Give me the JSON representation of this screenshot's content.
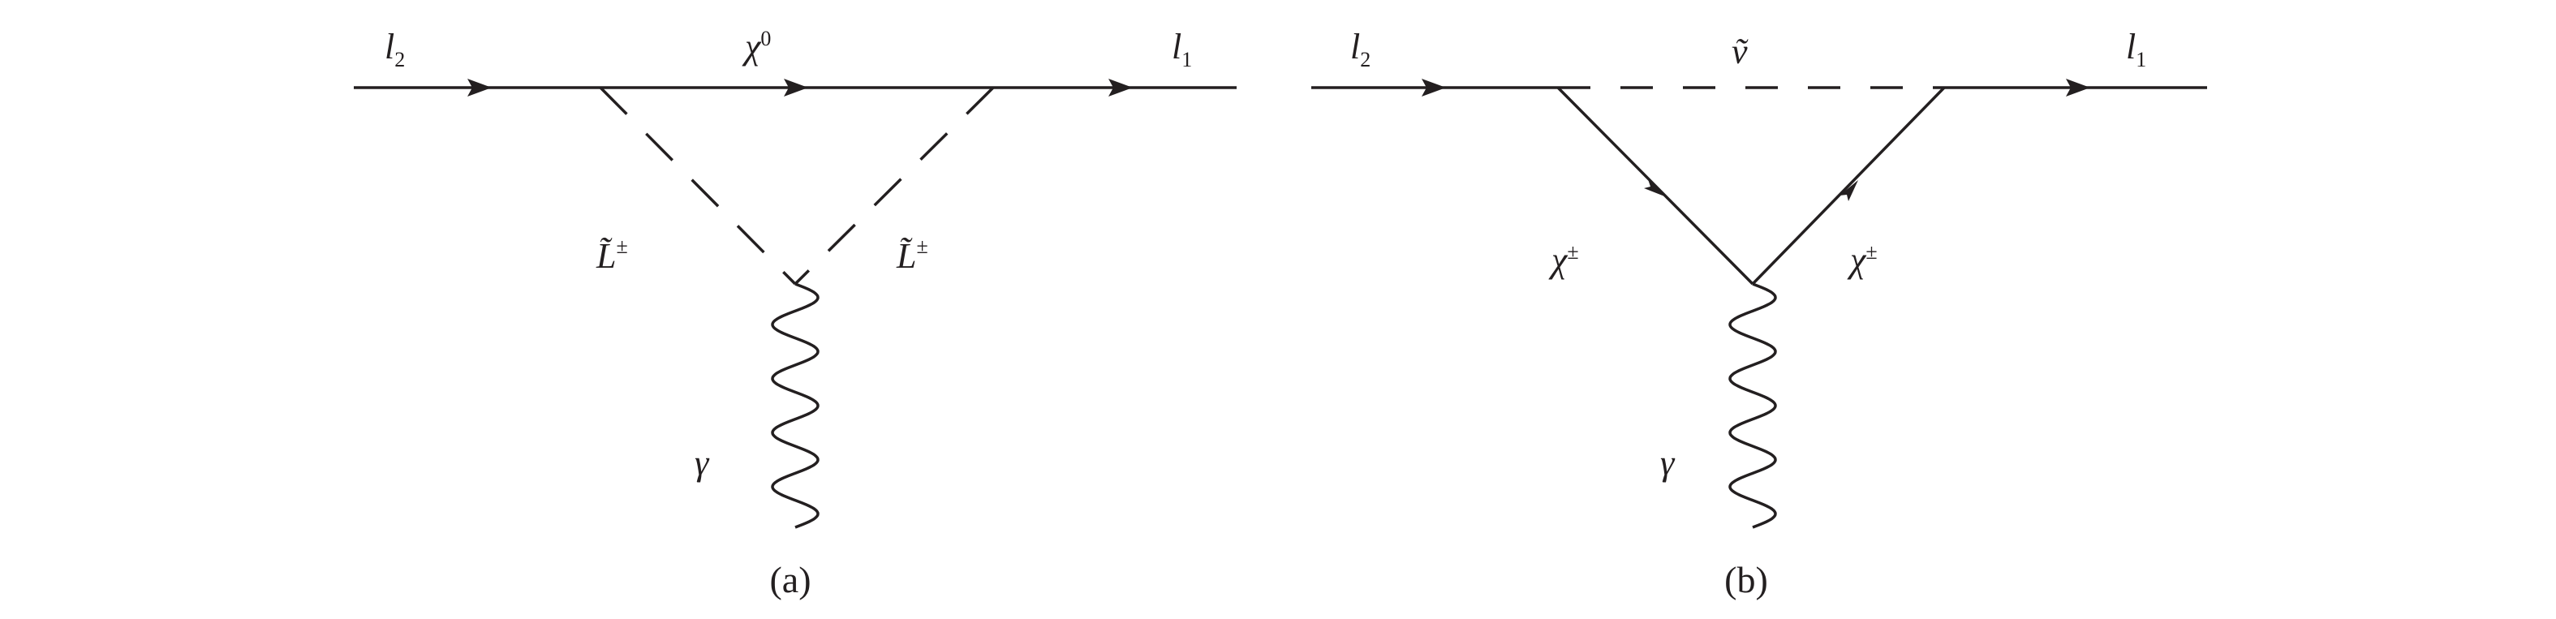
{
  "diagram_a": {
    "incoming": {
      "base": "l",
      "sub": "2"
    },
    "outgoing": {
      "base": "l",
      "sub": "1"
    },
    "top_internal": {
      "base": "χ",
      "sup": "0"
    },
    "left_internal": {
      "base": "L̃",
      "sup": "±"
    },
    "right_internal": {
      "base": "L̃",
      "sup": "±"
    },
    "photon": "γ",
    "caption": "(a)"
  },
  "diagram_b": {
    "incoming": {
      "base": "l",
      "sub": "2"
    },
    "outgoing": {
      "base": "l",
      "sub": "1"
    },
    "top_internal": {
      "base": "ṽ"
    },
    "left_internal": {
      "base": "χ",
      "sup": "±"
    },
    "right_internal": {
      "base": "χ",
      "sup": "±"
    },
    "photon": "γ",
    "caption": "(b)"
  }
}
